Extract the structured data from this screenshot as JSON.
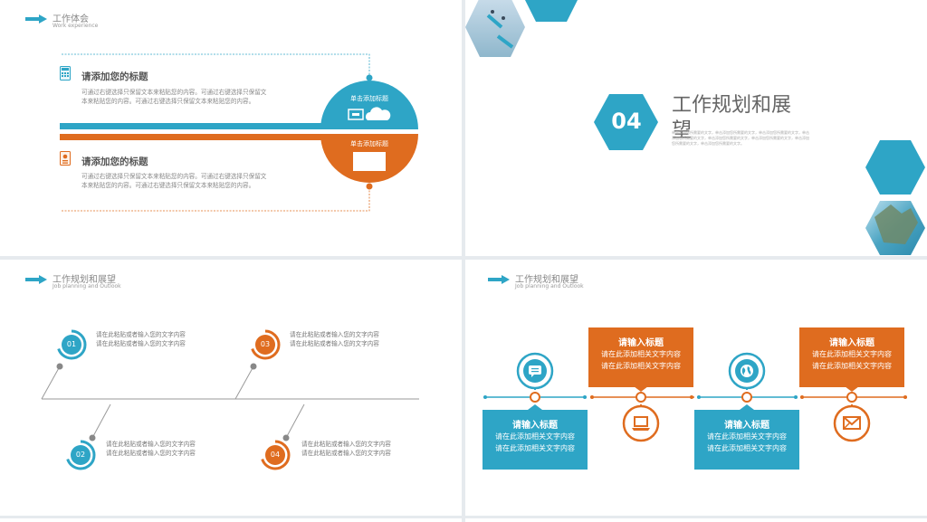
{
  "colors": {
    "blue": "#2ea5c6",
    "orange": "#df6c1f",
    "gray": "#888888"
  },
  "slide1": {
    "title": "工作体会",
    "subtitle": "Work experience",
    "items": [
      {
        "heading": "请添加您的标题",
        "lines": [
          "可通过右键选择只保留文本来粘贴您的内容。可通过右键选择只保留文",
          "本来粘贴您的内容。可通过右键选择只保留文本来粘贴您的内容。"
        ],
        "icon": "calculator-icon"
      },
      {
        "heading": "请添加您的标题",
        "lines": [
          "可通过右键选择只保留文本来粘贴您的内容。可通过右键选择只保留文",
          "本来粘贴您的内容。可通过右键选择只保留文本来粘贴您的内容。"
        ],
        "icon": "document-icon"
      }
    ],
    "circle_top_label": "单击添加标题",
    "circle_bottom_label": "单击添加标题"
  },
  "slide2": {
    "number": "04",
    "title_line1": "工作规划和展",
    "title_line2": "望",
    "small_lines": [
      "单击添加您所需要的文字，单击添加您所需要的文字，单击添加您所需要的文字，单击",
      "添加您所需要的文字，单击添加您所需要的文字，单击添加您所需要的文字，单击添加",
      "您所需要的文字，单击添加您所需要的文字。"
    ]
  },
  "slide3": {
    "title": "工作规划和展望",
    "subtitle": "Job planning and Outlook",
    "items": [
      {
        "num": "01",
        "lines": [
          "请在此粘贴或者输入您的文字内容",
          "请在此粘贴或者输入您的文字内容"
        ]
      },
      {
        "num": "02",
        "lines": [
          "请在此粘贴或者输入您的文字内容",
          "请在此粘贴或者输入您的文字内容"
        ]
      },
      {
        "num": "03",
        "lines": [
          "请在此粘贴或者输入您的文字内容",
          "请在此粘贴或者输入您的文字内容"
        ]
      },
      {
        "num": "04",
        "lines": [
          "请在此粘贴或者输入您的文字内容",
          "请在此粘贴或者输入您的文字内容"
        ]
      }
    ]
  },
  "slide4": {
    "title": "工作规划和展望",
    "subtitle": "Job planning and Outlook",
    "boxes": [
      {
        "title": "请输入标题",
        "line1": "请在此添加相关文字内容",
        "line2": "请在此添加相关文字内容"
      },
      {
        "title": "请输入标题",
        "line1": "请在此添加相关文字内容",
        "line2": "请在此添加相关文字内容"
      },
      {
        "title": "请输入标题",
        "line1": "请在此添加相关文字内容",
        "line2": "请在此添加相关文字内容"
      },
      {
        "title": "请输入标题",
        "line1": "请在此添加相关文字内容",
        "line2": "请在此添加相关文字内容"
      }
    ],
    "icons": [
      "chat-icon",
      "laptop-icon",
      "globe-icon",
      "mail-icon"
    ]
  }
}
